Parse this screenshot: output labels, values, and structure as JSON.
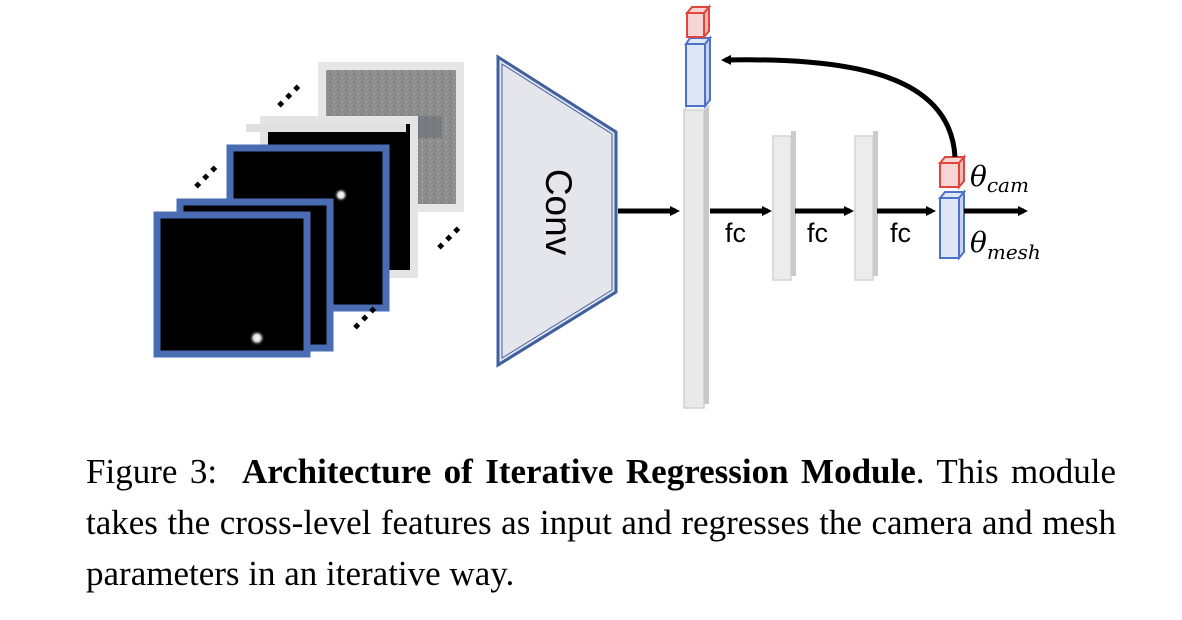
{
  "diagram": {
    "conv_label": "Conv",
    "fc_labels": [
      "fc",
      "fc",
      "fc"
    ],
    "theta_cam": {
      "symbol": "θ",
      "subscript": "cam"
    },
    "theta_mesh": {
      "symbol": "θ",
      "subscript": "mesh"
    },
    "colors": {
      "frame_blue": "#4a6cb3",
      "conv_fill": "#e4e6ec",
      "conv_stroke": "#3f5f9f",
      "bar_fill": "#e9e9e9",
      "cam_red": "#e0443e",
      "mesh_blue": "#4c73c9",
      "arrow": "#000000"
    }
  },
  "caption": {
    "prefix": "Figure 3:",
    "title": "Architecture of Iterative Regression Module",
    "title_end": ".",
    "body": "This module takes the cross-level features as input and regresses the camera and mesh parameters in an iterative way."
  }
}
